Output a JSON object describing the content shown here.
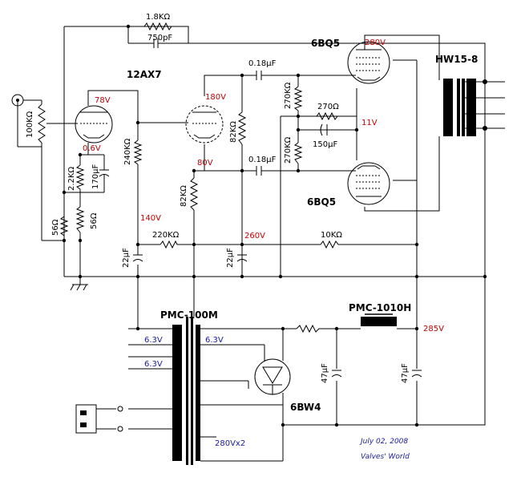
{
  "tubes": {
    "preamp": "12AX7",
    "output_top": "6BQ5",
    "output_bottom": "6BQ5",
    "rectifier": "6BW4"
  },
  "transformers": {
    "output": "HW15-8",
    "power": "PMC-100M",
    "choke": "PMC-1010H"
  },
  "components": {
    "r_feedback": "1.8KΩ",
    "c_feedback": "750pF",
    "r_volume": "100KΩ",
    "r_cathode1": "2.2KΩ",
    "c_cathode1": "170μF",
    "r_56a": "56Ω",
    "r_56b": "56Ω",
    "r_240k": "240KΩ",
    "c_coupling_top": "0.18μF",
    "c_coupling_bottom": "0.18μF",
    "r_82k_a": "82KΩ",
    "r_82k_b": "82KΩ",
    "r_270k_a": "270KΩ",
    "r_270k_b": "270KΩ",
    "r_cathode2": "270Ω",
    "c_cathode2": "150μF",
    "r_220k": "220KΩ",
    "r_10k": "10KΩ",
    "c_22_a": "22μF",
    "c_22_b": "22μF",
    "c_47_a": "47μF",
    "c_47_b": "47μF"
  },
  "voltages": {
    "v78": "78V",
    "v06": "0.6V",
    "v180": "180V",
    "v80": "80V",
    "v280": "280V",
    "v11": "11V",
    "v140": "140V",
    "v260": "260V",
    "v285": "285V",
    "heater1": "6.3V",
    "heater2": "6.3V",
    "heater3": "6.3V",
    "hv_secondary": "280Vx2"
  },
  "credits": {
    "date": "July 02, 2008",
    "site": "Valves' World"
  }
}
